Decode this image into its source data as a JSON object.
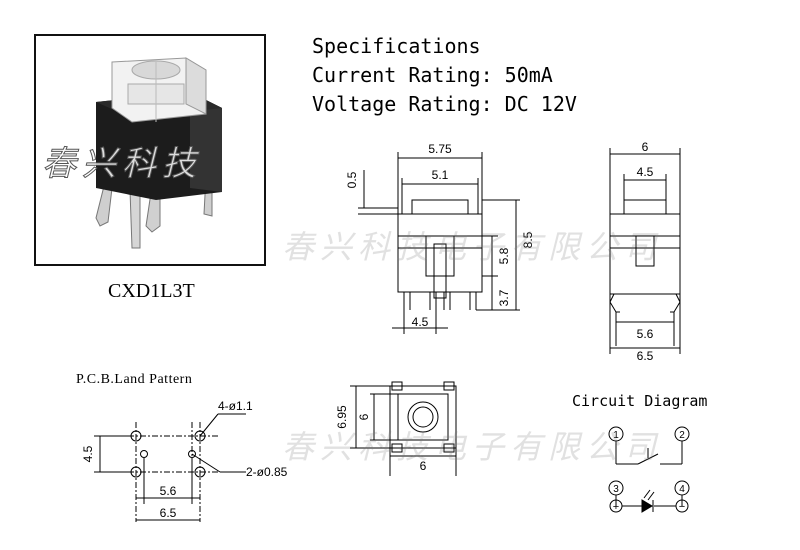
{
  "product": {
    "model": "CXD1L3T",
    "watermark": "春兴科技"
  },
  "specs": {
    "heading": "Specifications",
    "current": "Current Rating: 50mA",
    "voltage": "Voltage Rating: DC 12V"
  },
  "watermark_company": "春兴科技电子有限公司",
  "front_view": {
    "dims": [
      "5.75",
      "5.1",
      "0.5",
      "8.5",
      "5.8",
      "3.7",
      "4.5"
    ]
  },
  "side_view": {
    "dims": [
      "6",
      "4.5",
      "5.6",
      "6.5"
    ]
  },
  "top_view": {
    "dims": [
      "6.95",
      "6",
      "6"
    ]
  },
  "pcb": {
    "title": "P.C.B.Land Pattern",
    "hole_large": "4-ø1.1",
    "hole_small": "2-ø0.85",
    "dims": [
      "4.5",
      "5.6",
      "6.5"
    ]
  },
  "circuit": {
    "title": "Circuit Diagram",
    "terminals": [
      "1",
      "2",
      "3",
      "4"
    ],
    "polarity": [
      "+",
      "−"
    ]
  }
}
